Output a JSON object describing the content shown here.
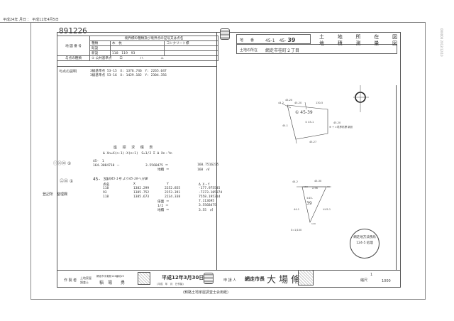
{
  "header_note": "平成24年 月日 ： 平成12年4月5日",
  "side_stamp": "000000 2012/12/10",
  "doc_number": "891226",
  "title": {
    "line1": [
      "土",
      "地",
      "所",
      "在",
      "図"
    ],
    "line2": [
      "地",
      "積",
      "測",
      "量",
      "図"
    ]
  },
  "lot": {
    "label": "地　　番",
    "value_prefix": "45-1　45-",
    "value_num": "39"
  },
  "location": {
    "label": "土地の所在",
    "value": "網走市桂町２丁目"
  },
  "boundary_table": {
    "map_no_label": "地 図 番 号",
    "heading": "境界標の種類及び境界点の記号又は点名",
    "rows": [
      {
        "label": "種類",
        "c1": "木　杭",
        "c2": "コンクリート標"
      },
      {
        "label": "既設",
        "c1": "",
        "c2": ""
      },
      {
        "label": "新設",
        "c1": "118　119　93",
        "c2": ""
      }
    ],
    "point_type_label": "与点の種類",
    "point_types": [
      "① 公共基準点",
      "ロ",
      "ハ",
      "ニ"
    ],
    "point_desc_label": "与点の説明",
    "point_desc": [
      "3級基準点 53-15　X: 1376.746　Y: 2265.647",
      "3級基準点 53-16　X: 1429.182　Y: 2304.356"
    ]
  },
  "calc": {
    "title": "座 標 求 積 表",
    "formula": "Δ Xn=X(n-1)-X(n+1)　S=1/2 Σ Δ Xn・Yn",
    "lot1": {
      "symbols": "㊀㊁㊂ ①",
      "lot": "45-　1",
      "value": "164.3084710 －",
      "a": "3.5568475 ＝",
      "b": "160.7516235",
      "area_label": "地積 ＝",
      "area": "160　㎡"
    },
    "lot2": {
      "symbols": "㊁㊂ ①",
      "lot": "45- 39",
      "handwritten": "旧45-1号 より45-39へ分筆",
      "headers": [
        "点名",
        "X",
        "Y",
        "Δ X・Y"
      ],
      "rows": [
        [
          "118",
          "1382.299",
          "2252.855",
          "-177.975545"
        ],
        [
          "93",
          "1385.752",
          "2253.391",
          "-7373.105374"
        ],
        [
          "118",
          "1385.673",
          "2234.338",
          "7558.195314"
        ]
      ],
      "sums": [
        [
          "倍面 ＝",
          "7.113695"
        ],
        [
          "1/2 ＝",
          "3.5568475"
        ],
        [
          "地積 ＝",
          "3.55　㎡"
        ]
      ]
    },
    "side_label": "登記所　整理欄"
  },
  "map1": {
    "labels": [
      "45-20",
      "44-2",
      "45-20",
      "130-5",
      "① 45-39",
      "① 45-1",
      "44-1",
      "45-20",
      "45-27",
      "※ ＋＝境界杭標 新設"
    ]
  },
  "map2": {
    "labels": [
      "44-2",
      "45-30",
      "2.96",
      "①45-",
      "39",
      "①45-1",
      "44-1",
      "S=1/100",
      "118",
      "93",
      "119"
    ]
  },
  "footer": {
    "author_label": "作 製 者",
    "author_title": "土地家屋 調査士",
    "author_address": "網走市字潮見146番地25",
    "author_name": "稲　場　　勇",
    "date": "平成12年3月30日",
    "date_sub": "(平成　年　月　日作製)",
    "applicant_label": "申 請 人",
    "applicant": "網走市長",
    "applicant_name": "大 場 脩",
    "scale_label": "縮尺",
    "scale_num": "1",
    "scale_den": "1000",
    "paper_note": "(釧路土地家屋調査士会用紙)"
  },
  "stamp": {
    "text": "網走地方法務局 124-5 処理"
  }
}
